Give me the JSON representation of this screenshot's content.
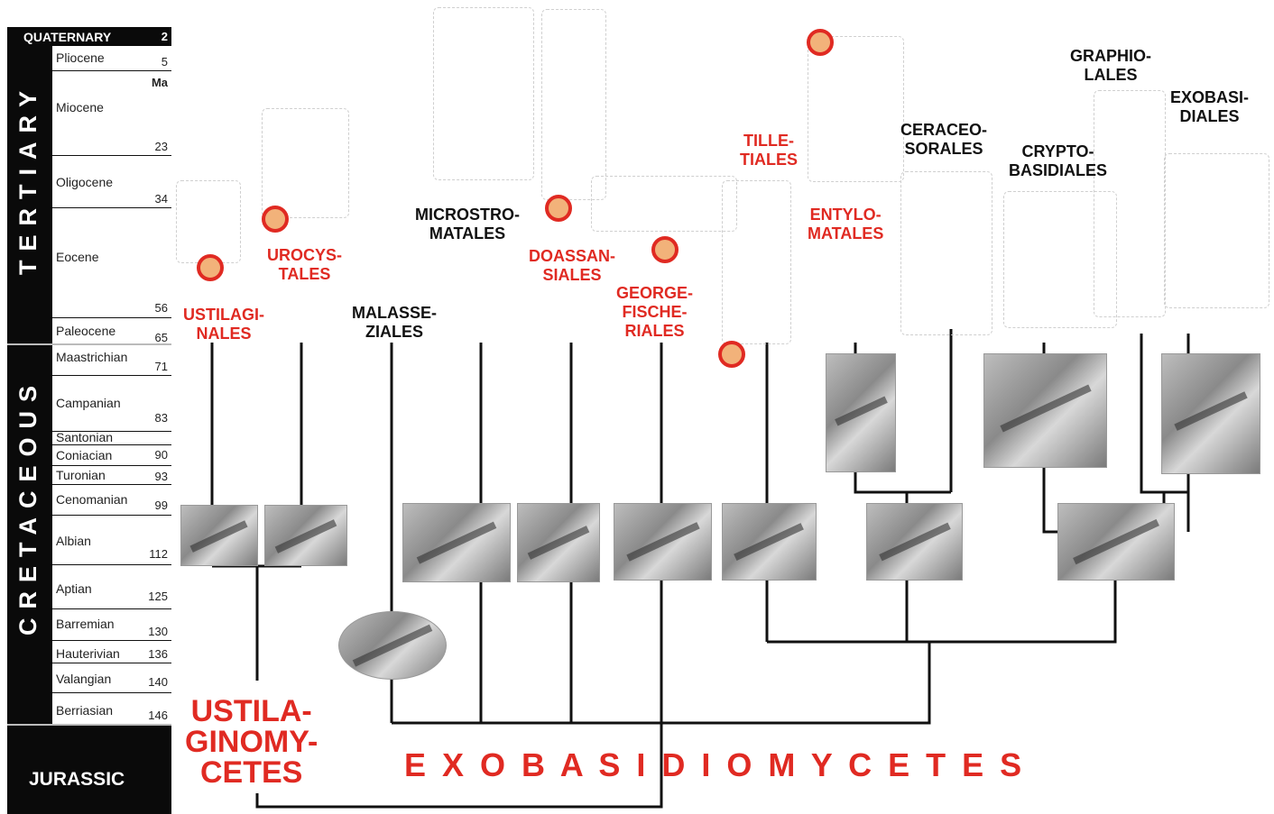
{
  "timescale": {
    "eras": {
      "quaternary": {
        "label": "QUATERNARY",
        "ma": "2"
      },
      "tertiary": {
        "label": "TERTIARY"
      },
      "cretaceous": {
        "label": "CRETACEOUS"
      },
      "jurassic": {
        "label": "JURASSIC"
      }
    },
    "unit_label": "Ma",
    "tertiary_stages": [
      {
        "name": "Pliocene",
        "ma": "5"
      },
      {
        "name": "Miocene",
        "ma": "23"
      },
      {
        "name": "Oligocene",
        "ma": "34"
      },
      {
        "name": "Eocene",
        "ma": "56"
      },
      {
        "name": "Paleocene",
        "ma": "65"
      }
    ],
    "cretaceous_stages": [
      {
        "name": "Maastrichian",
        "ma": "71"
      },
      {
        "name": "Campanian",
        "ma": "83"
      },
      {
        "name": "Santonian",
        "ma": ""
      },
      {
        "name": "Coniacian",
        "ma": "90"
      },
      {
        "name": "Turonian",
        "ma": "93"
      },
      {
        "name": "Cenomanian",
        "ma": "99"
      },
      {
        "name": "Albian",
        "ma": "112"
      },
      {
        "name": "Aptian",
        "ma": "125"
      },
      {
        "name": "Barremian",
        "ma": "130"
      },
      {
        "name": "Hauterivian",
        "ma": "136"
      },
      {
        "name": "Valangian",
        "ma": "140"
      },
      {
        "name": "Berriasian",
        "ma": "146"
      }
    ]
  },
  "taxa": {
    "ustilaginales": "USTILAGI-\nNALES",
    "urocystales": "UROCYS-\nTALES",
    "malasseziales": "MALASSE-\nZIALES",
    "microstromatales": "MICROSTRO-\nMATALES",
    "doassansiales": "DOASSAN-\nSIALES",
    "georgefischeriales": "GEORGE-\nFISCHE-\nRIALES",
    "tilletiales": "TILLE-\nTIALES",
    "entylomatales": "ENTYLO-\nMATALES",
    "ceraceosorales": "CERACEO-\nSORALES",
    "cryptobasidiales": "CRYPTO-\nBASIDIALES",
    "graphiolales": "GRAPHIO-\nLALES",
    "exobasidiales": "EXOBASI-\nDIALES"
  },
  "classes": {
    "ustilaginomycetes": "USTILA-\nGINOMY-\nCETES",
    "exobasidiomycetes": "E X O B A S I D I O M Y C E T E S"
  },
  "colors": {
    "highlight": "#e02a22",
    "marker_fill": "#f2b27a",
    "era_bg": "#0a0a0a"
  }
}
